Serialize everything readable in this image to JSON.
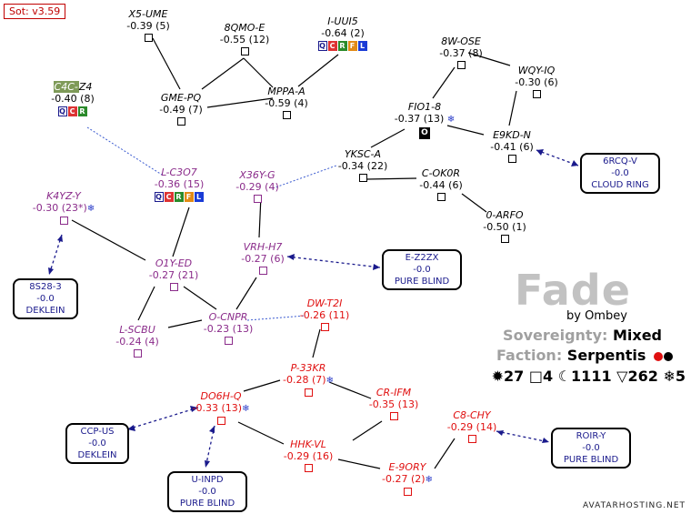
{
  "version_badge": "Sot: v3.59",
  "region": {
    "title": "Fade",
    "byline": "by Ombey",
    "sovereignty_label": "Sovereignty:",
    "sovereignty_value": "Mixed",
    "faction_label": "Faction:",
    "faction_value": "Serpentis",
    "faction_dot_colors": [
      "#e01010",
      "#000000"
    ],
    "stats": [
      {
        "icon": "sun-icon",
        "glyph": "✹",
        "value": "27"
      },
      {
        "icon": "square-icon",
        "glyph": "□",
        "value": "4"
      },
      {
        "icon": "moon-icon",
        "glyph": "☾",
        "value": "1111"
      },
      {
        "icon": "triangle-icon",
        "glyph": "▽",
        "value": "262"
      },
      {
        "icon": "snowflake-icon",
        "glyph": "❄",
        "value": "5"
      }
    ]
  },
  "watermark": "AVATARHOSTING.NET",
  "systems": [
    {
      "id": "x5ume",
      "name": "X5-UME",
      "security": "-0.39 (5)",
      "color": "black"
    },
    {
      "id": "8qmoe",
      "name": "8QMO-E",
      "security": "-0.55 (12)",
      "color": "black"
    },
    {
      "id": "iuui5",
      "name": "I-UUI5",
      "security": "-0.64 (2)",
      "color": "black",
      "stations": [
        "Q",
        "C",
        "R",
        "F",
        "L"
      ]
    },
    {
      "id": "c4cz4",
      "name_hl": "C4C-",
      "name_rest": "Z4",
      "security": "-0.40 (8)",
      "color": "black",
      "stations": [
        "Q",
        "C",
        "R"
      ]
    },
    {
      "id": "gmepq",
      "name": "GME-PQ",
      "security": "-0.49 (7)",
      "color": "black"
    },
    {
      "id": "mppaa",
      "name": "MPPA-A",
      "security": "-0.59 (4)",
      "color": "black"
    },
    {
      "id": "8wose",
      "name": "8W-OSE",
      "security": "-0.37 (8)",
      "color": "black"
    },
    {
      "id": "wqyiq",
      "name": "WQY-IQ",
      "security": "-0.30 (6)",
      "color": "black"
    },
    {
      "id": "fio18",
      "name": "FIO1-8",
      "security": "-0.37 (13)",
      "color": "black",
      "snow": true,
      "om": "O"
    },
    {
      "id": "e9kdn",
      "name": "E9KD-N",
      "security": "-0.41 (6)",
      "color": "black"
    },
    {
      "id": "yksca",
      "name": "YKSC-A",
      "security": "-0.34 (22)",
      "color": "black"
    },
    {
      "id": "cokor",
      "name": "C-OK0R",
      "security": "-0.44 (6)",
      "color": "black"
    },
    {
      "id": "0arfo",
      "name": "0-ARFO",
      "security": "-0.50 (1)",
      "color": "black"
    },
    {
      "id": "lc3o7",
      "name": "L-C3O7",
      "security": "-0.36 (15)",
      "color": "purple",
      "stations": [
        "Q",
        "C",
        "R",
        "F",
        "L"
      ]
    },
    {
      "id": "x36yg",
      "name": "X36Y-G",
      "security": "-0.29 (4)",
      "color": "purple"
    },
    {
      "id": "k4yzy",
      "name": "K4YZ-Y",
      "security": "-0.30 (23*)",
      "color": "purple",
      "snow": true
    },
    {
      "id": "vrhh7",
      "name": "VRH-H7",
      "security": "-0.27 (6)",
      "color": "purple"
    },
    {
      "id": "o1yed",
      "name": "O1Y-ED",
      "security": "-0.27 (21)",
      "color": "purple"
    },
    {
      "id": "ocnpr",
      "name": "O-CNPR",
      "security": "-0.23 (13)",
      "color": "purple"
    },
    {
      "id": "lscbu",
      "name": "L-SCBU",
      "security": "-0.24 (4)",
      "color": "purple"
    },
    {
      "id": "dwt2i",
      "name": "DW-T2I",
      "security": "-0.26 (11)",
      "color": "red"
    },
    {
      "id": "p33kr",
      "name": "P-33KR",
      "security": "-0.28 (7)",
      "color": "red",
      "snow": true
    },
    {
      "id": "do6hq",
      "name": "DO6H-Q",
      "security": "-0.33 (13)",
      "color": "red",
      "snow": true
    },
    {
      "id": "crifm",
      "name": "CR-IFM",
      "security": "-0.35 (13)",
      "color": "red"
    },
    {
      "id": "hhkvl",
      "name": "HHK-VL",
      "security": "-0.29 (16)",
      "color": "red"
    },
    {
      "id": "e9ory",
      "name": "E-9ORY",
      "security": "-0.27 (2)",
      "color": "red",
      "snow": true
    },
    {
      "id": "c8chy",
      "name": "C8-CHY",
      "security": "-0.29 (14)",
      "color": "red"
    }
  ],
  "external_regions": [
    {
      "id": "6rcqv",
      "system": "6RCQ-V",
      "security": "-0.0",
      "region": "CLOUD RING"
    },
    {
      "id": "ez2zx",
      "system": "E-Z2ZX",
      "security": "-0.0",
      "region": "PURE BLIND"
    },
    {
      "id": "8s283",
      "system": "8S28-3",
      "security": "-0.0",
      "region": "DEKLEIN"
    },
    {
      "id": "ccpus",
      "system": "CCP-US",
      "security": "-0.0",
      "region": "DEKLEIN"
    },
    {
      "id": "uinpd",
      "system": "U-INPD",
      "security": "-0.0",
      "region": "PURE BLIND"
    },
    {
      "id": "roiry",
      "system": "ROIR-Y",
      "security": "-0.0",
      "region": "PURE BLIND"
    }
  ],
  "colors": {
    "black": "#000000",
    "purple": "#8a2b8a",
    "red": "#e01010",
    "blue_link": "#3a5ad0",
    "gate": "#000000"
  }
}
